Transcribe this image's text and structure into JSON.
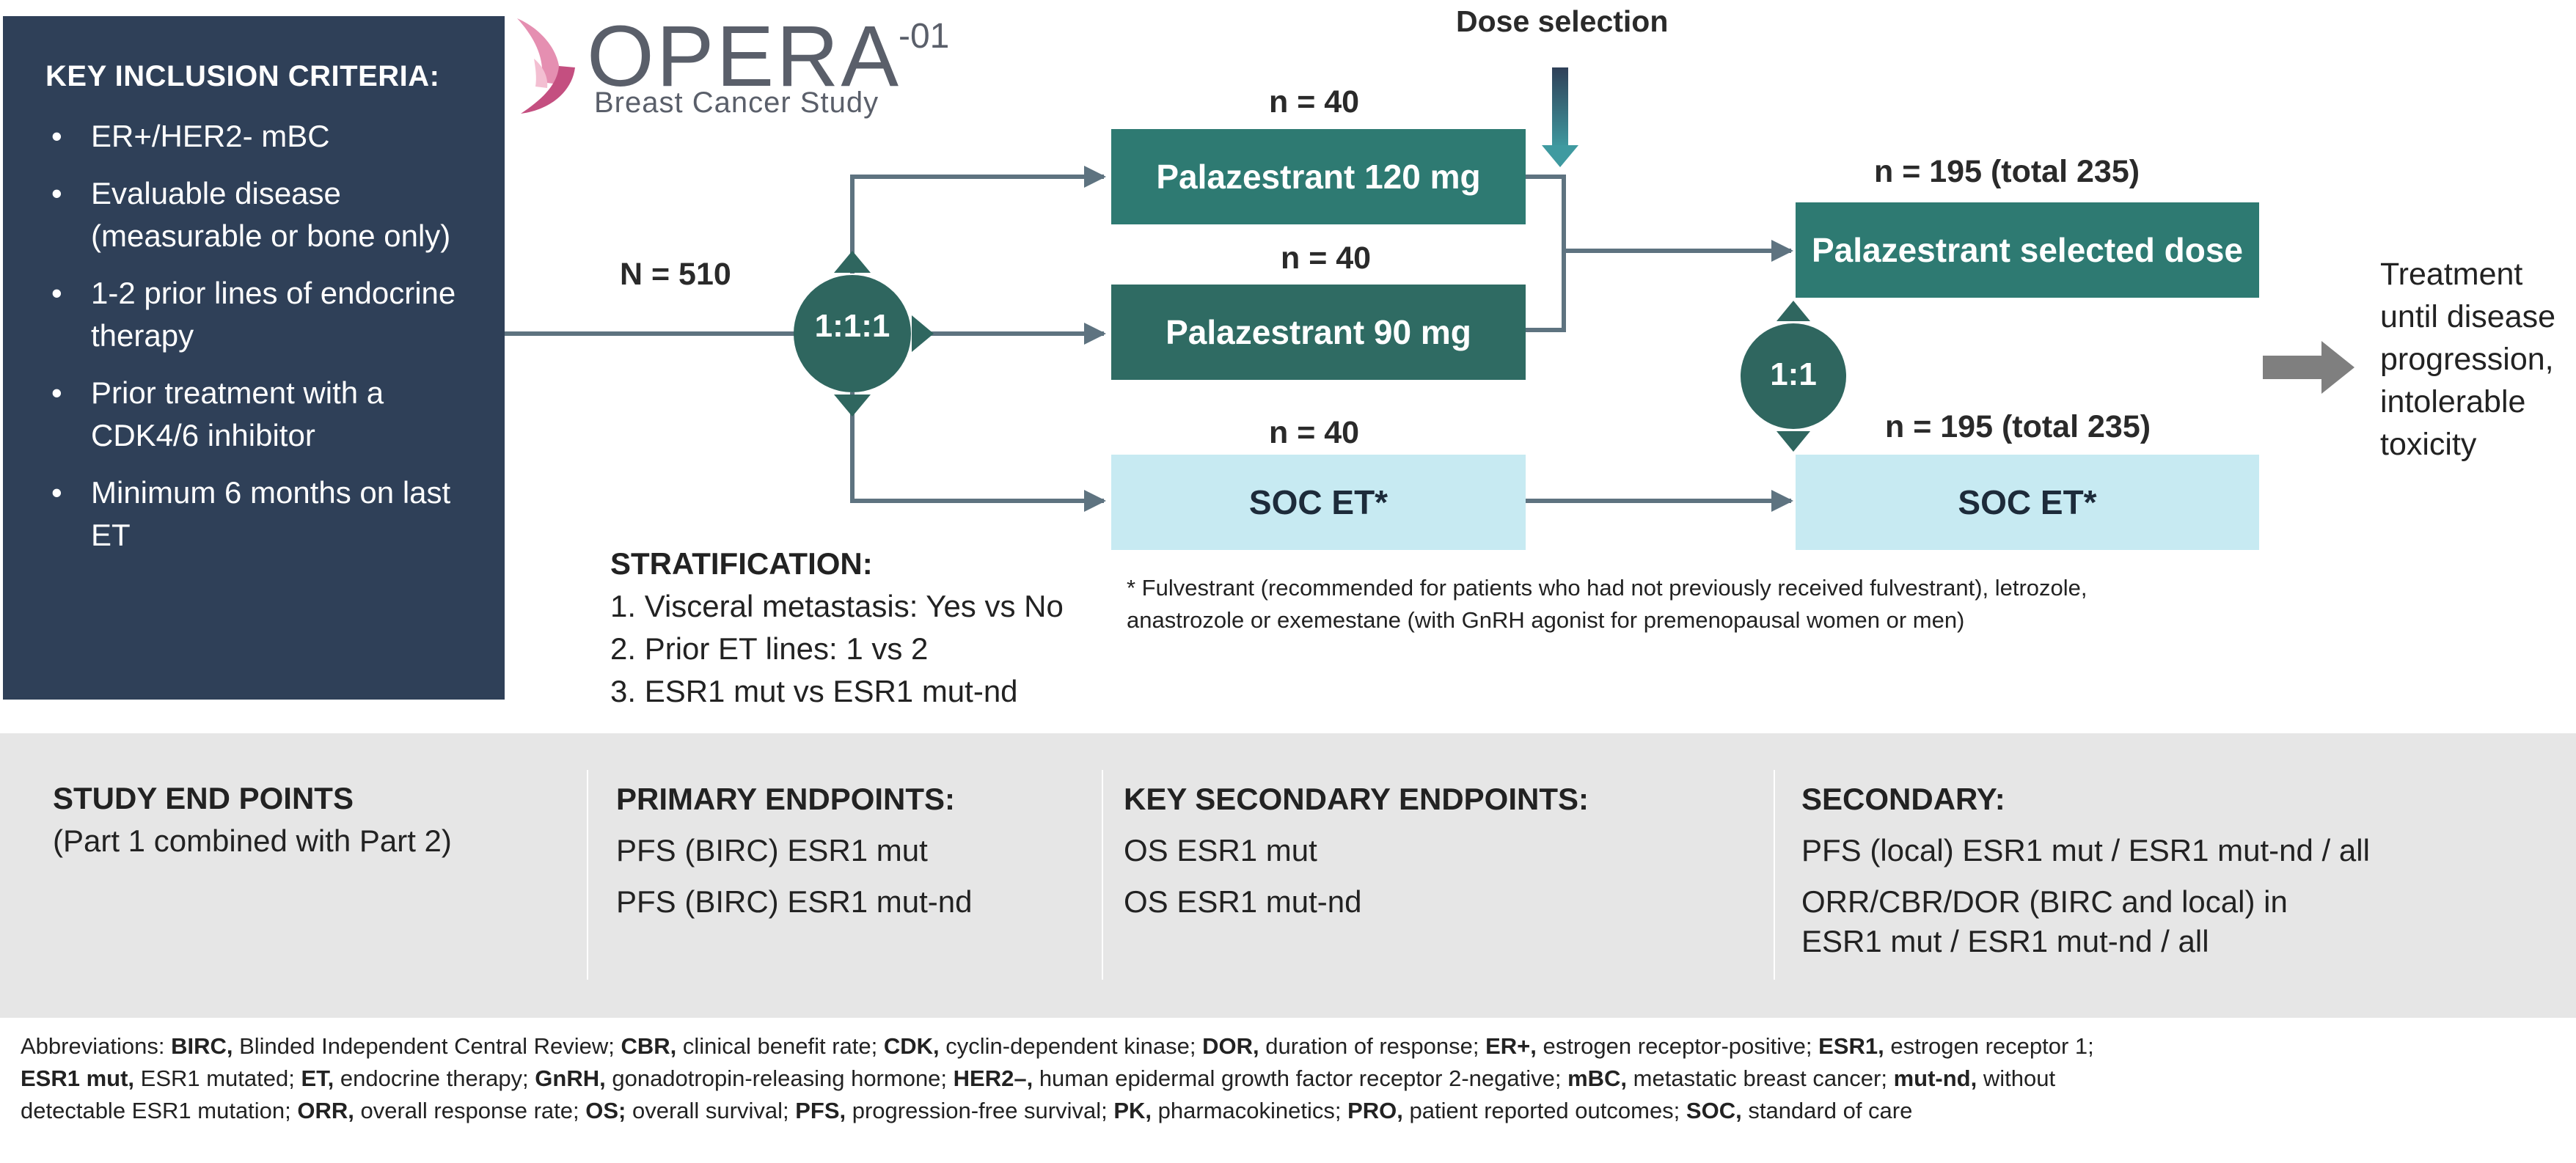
{
  "inclusion": {
    "title": "KEY INCLUSION CRITERIA:",
    "items": [
      "ER+/HER2- mBC",
      "Evaluable disease (measurable or bone only)",
      "1-2 prior lines of endocrine therapy",
      "Prior treatment with a CDK4/6 inhibitor",
      "Minimum 6 months on last ET"
    ]
  },
  "logo": {
    "name": "OPERA",
    "superscript": "-01",
    "subtitle": "Breast Cancer Study"
  },
  "flow": {
    "total_n": "N = 510",
    "randomization_1": "1:1:1",
    "randomization_2": "1:1",
    "dose_selection": "Dose selection",
    "arms": [
      {
        "n": "n = 40",
        "label": "Palazestrant 120 mg"
      },
      {
        "n": "n = 40",
        "label": "Palazestrant 90 mg"
      },
      {
        "n": "n = 40",
        "label": "SOC ET*"
      }
    ],
    "part2": [
      {
        "n": "n = 195 (total 235)",
        "label": "Palazestrant selected dose"
      },
      {
        "n": "n = 195 (total 235)",
        "label": "SOC ET*"
      }
    ],
    "treatment": [
      "Treatment",
      "until disease",
      "progression,",
      "intolerable",
      "toxicity"
    ]
  },
  "stratification": {
    "title": "STRATIFICATION:",
    "items": [
      "1. Visceral metastasis: Yes vs No",
      "2. Prior ET lines: 1 vs 2",
      "3. ESR1 mut vs ESR1 mut-nd"
    ]
  },
  "footnote": [
    "* Fulvestrant (recommended for patients who had not previously received fulvestrant), letrozole,",
    "anastrozole or exemestane (with GnRH agonist for premenopausal women or men)"
  ],
  "endpoints": {
    "study": {
      "title": "STUDY END POINTS",
      "subtitle": "(Part 1 combined with Part 2)"
    },
    "primary": {
      "title": "PRIMARY ENDPOINTS:",
      "items": [
        "PFS (BIRC) ESR1 mut",
        "PFS (BIRC) ESR1 mut-nd"
      ]
    },
    "key_secondary": {
      "title": "KEY SECONDARY ENDPOINTS:",
      "items": [
        "OS ESR1 mut",
        "OS ESR1 mut-nd"
      ]
    },
    "secondary": {
      "title": "SECONDARY:",
      "items": [
        "PFS (local) ESR1 mut / ESR1 mut-nd / all",
        "ORR/CBR/DOR (BIRC and local) in",
        "ESR1 mut / ESR1 mut-nd / all"
      ]
    }
  },
  "abbreviations": {
    "prefix": "Abbreviations: ",
    "entries": [
      {
        "term": "BIRC,",
        "def": " Blinded Independent Central Review; "
      },
      {
        "term": "CBR,",
        "def": " clinical benefit rate; "
      },
      {
        "term": "CDK,",
        "def": " cyclin-dependent kinase; "
      },
      {
        "term": "DOR,",
        "def": " duration of response; "
      },
      {
        "term": "ER+,",
        "def": " estrogen receptor-positive; "
      },
      {
        "term": "ESR1,",
        "def": " estrogen receptor 1; "
      },
      {
        "term": "ESR1 mut,",
        "def": " ESR1 mutated; "
      },
      {
        "term": "ET,",
        "def": " endocrine therapy; "
      },
      {
        "term": "GnRH,",
        "def": " gonadotropin-releasing hormone; "
      },
      {
        "term": "HER2–,",
        "def": " human epidermal growth factor receptor 2-negative; "
      },
      {
        "term": "mBC,",
        "def": " metastatic breast cancer; "
      },
      {
        "term": "mut-nd,",
        "def": " without detectable ESR1 mutation; "
      },
      {
        "term": "ORR,",
        "def": " overall response rate; "
      },
      {
        "term": "OS;",
        "def": " overall survival; "
      },
      {
        "term": "PFS,",
        "def": " progression-free survival; "
      },
      {
        "term": "PK,",
        "def": " pharmacokinetics; "
      },
      {
        "term": "PRO,",
        "def": " patient reported outcomes; "
      },
      {
        "term": "SOC,",
        "def": " standard of care"
      }
    ]
  },
  "colors": {
    "inclusion_bg": "#2f4058",
    "arm_dark": "#2e7a72",
    "arm_light": "#c7eaf2",
    "circle": "#2f665f",
    "connector": "#5e7380",
    "endpoint_band": "#e6e6e6"
  }
}
